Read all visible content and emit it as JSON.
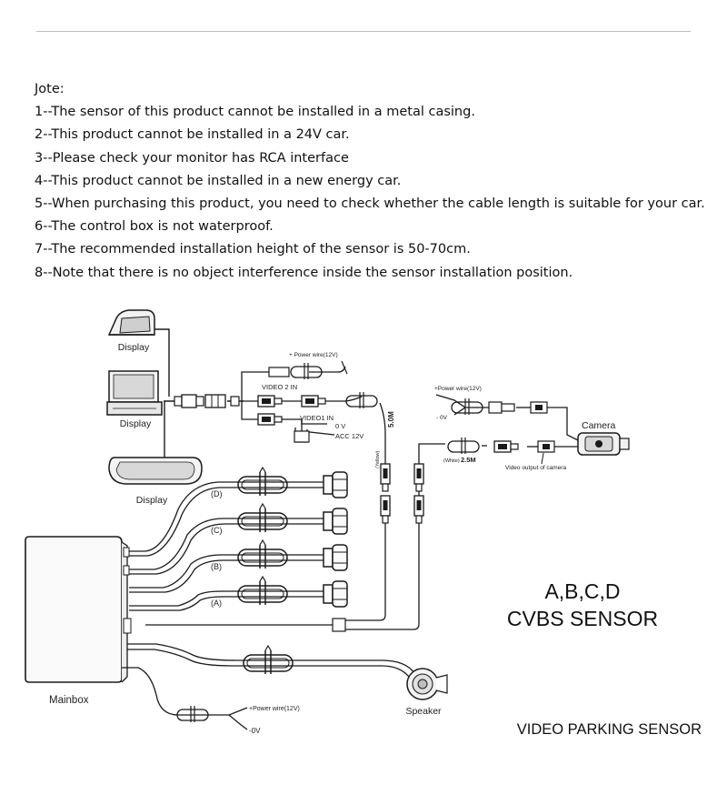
{
  "notes": {
    "heading": "Jote:",
    "items": [
      "1--The sensor of this product cannot be installed in a metal casing.",
      "2--This product cannot be installed in a 24V car.",
      "3--Please check your monitor has RCA interface",
      "4--This product cannot be installed in a new energy car.",
      "5--When purchasing this product, you need to check whether the cable length is suitable for your car.",
      "6--The control box is not waterproof.",
      "7--The recommended installation height of the sensor is 50-70cm.",
      "8--Note that there is no object interference inside the sensor installation position."
    ]
  },
  "diagram": {
    "display_labels": [
      "Display",
      "Display",
      "Display"
    ],
    "power_wire_12v": "+ Power wire(12V)",
    "video2_in": "VIDEO 2 IN",
    "video1_in": "VIDEO1 IN",
    "zero_v": "0 V",
    "acc_12v": "ACC 12V",
    "cable_5m": "5.0M",
    "cable_5m_color": "(Yellow)",
    "camera_power_wire": "+Power wire(12V)",
    "camera_zero_v": "- 0V",
    "camera_label": "Camera",
    "cable_25m_color": "(White)",
    "cable_25m": "2.5M",
    "camera_video_output": "Video output of camera",
    "sensor_labels": [
      "(D)",
      "(C)",
      "(B)",
      "(A)"
    ],
    "mainbox_label": "Mainbox",
    "speaker_label": "Speaker",
    "mainbox_power_wire": "+Power wire(12V)",
    "mainbox_zero_v": "-0V",
    "sensors_title": "A,B,C,D",
    "sensors_subtitle": "CVBS SENSOR",
    "footer_title": "VIDEO PARKING SENSOR"
  },
  "colors": {
    "ink": "#1a1a1a",
    "rule": "#bdbdbd",
    "background": "#ffffff"
  }
}
